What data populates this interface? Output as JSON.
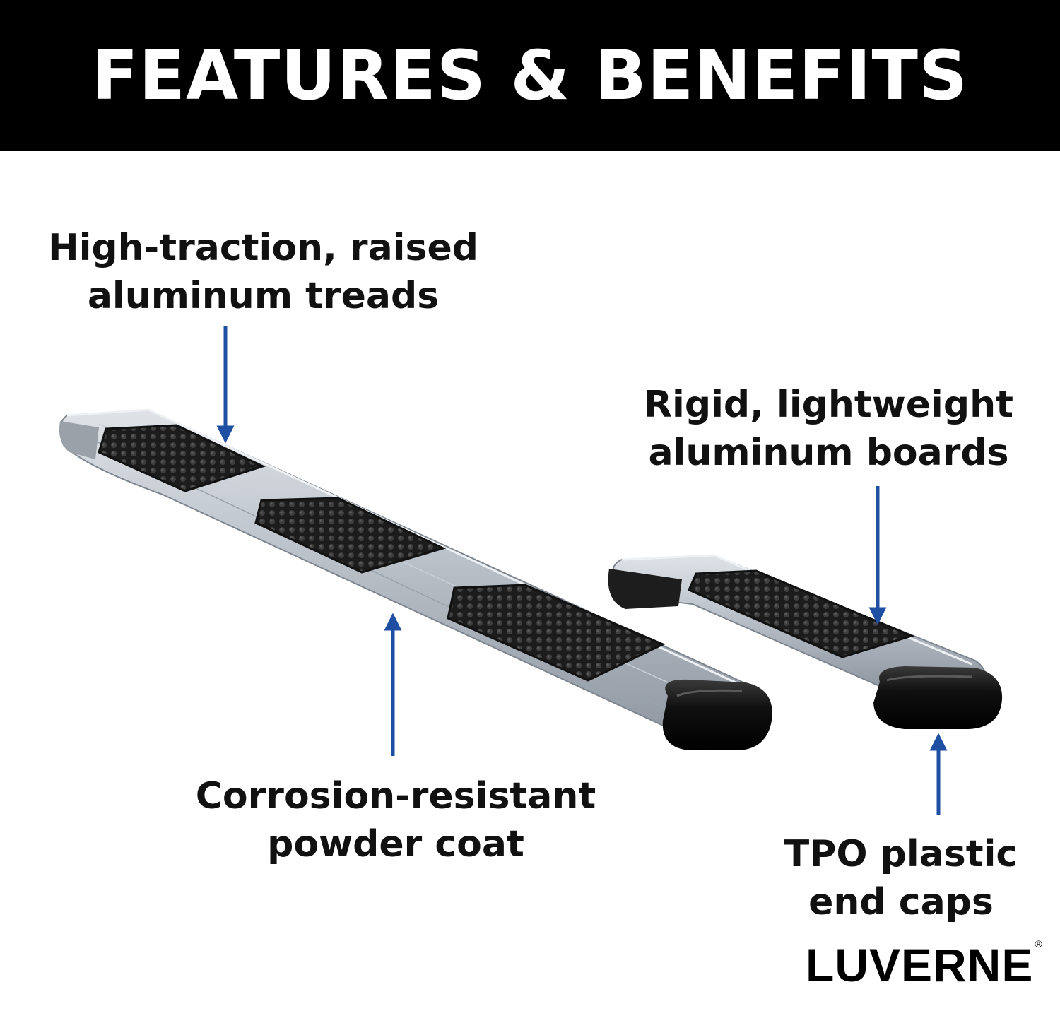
{
  "header": {
    "title": "FEATURES & BENEFITS"
  },
  "callouts": [
    {
      "line1": "High-traction, raised",
      "line2": "aluminum treads"
    },
    {
      "line1": "Rigid, lightweight",
      "line2": "aluminum boards"
    },
    {
      "line1": "Corrosion-resistant",
      "line2": "powder coat"
    },
    {
      "line1": "TPO plastic",
      "line2": "end caps"
    }
  ],
  "brand": {
    "name": "LUVERNE",
    "mark": "®"
  },
  "colors": {
    "header_bg": "#000000",
    "arrow": "#1f4fa3",
    "board_silver": "#b9c0c8",
    "tread_black": "#1c1c1c"
  }
}
